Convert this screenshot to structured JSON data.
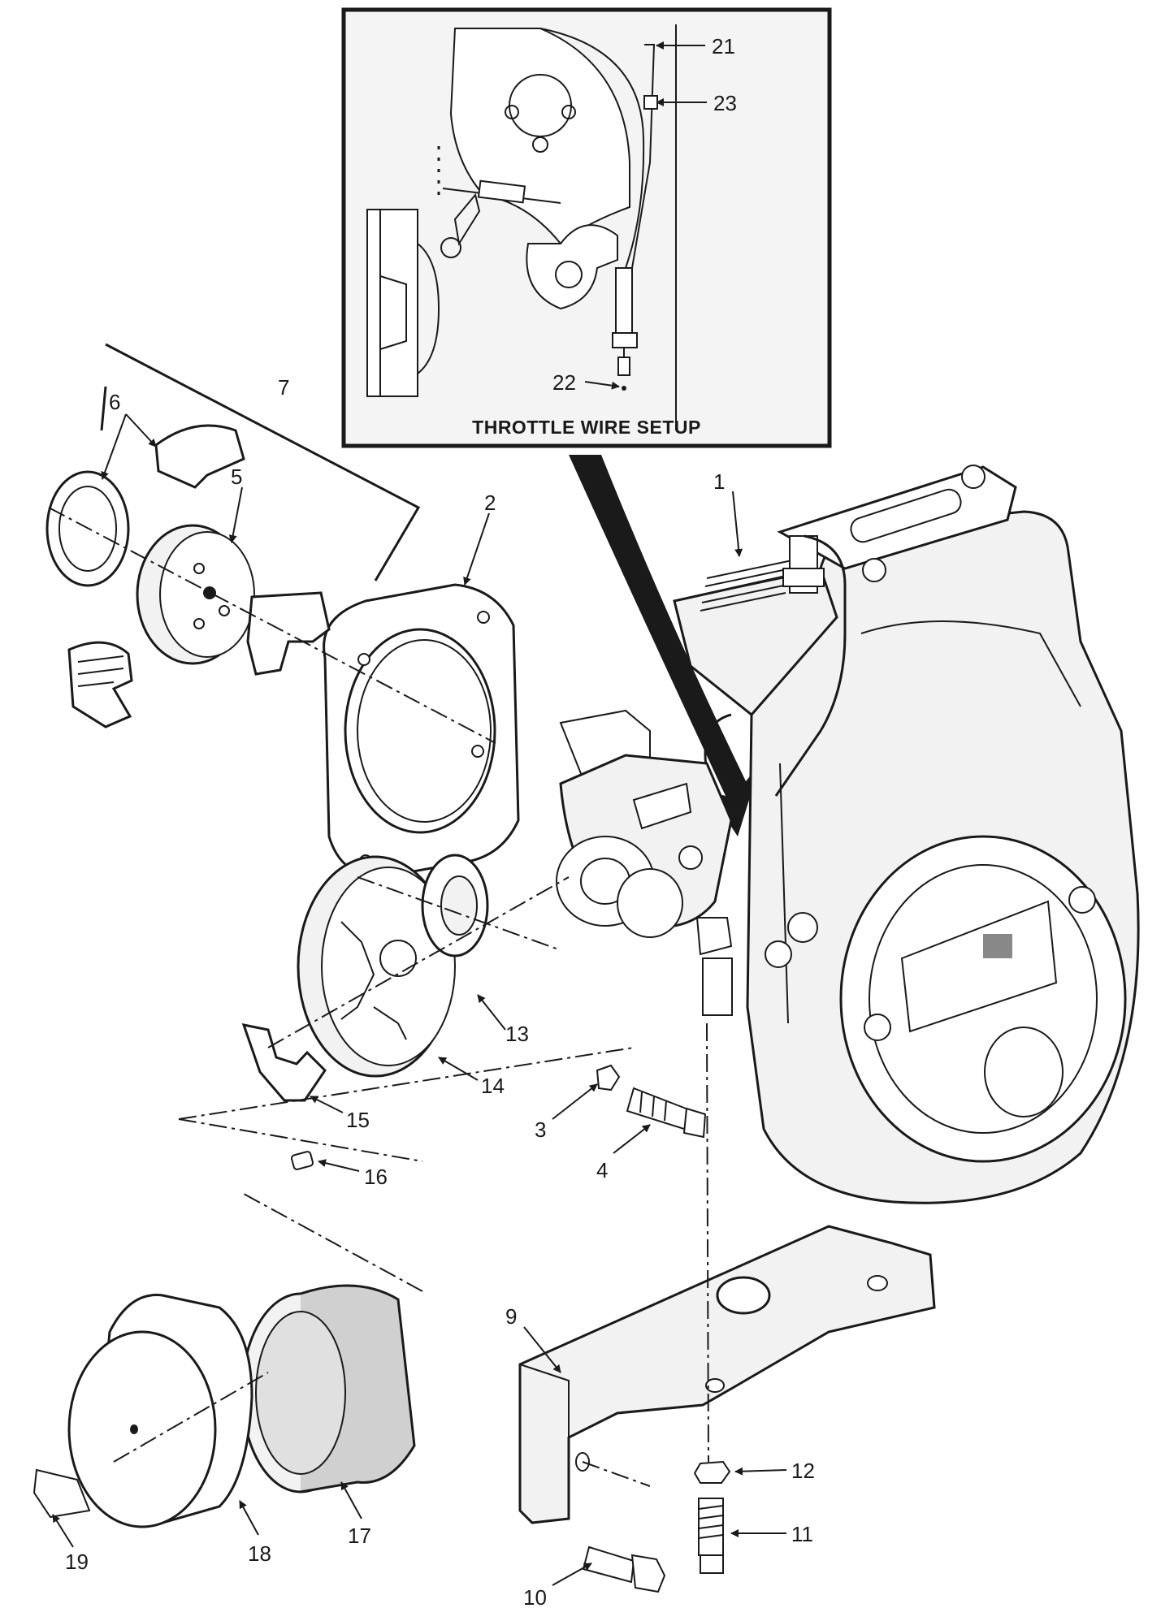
{
  "inset": {
    "title": "THROTTLE WIRE SETUP",
    "callouts": {
      "c21": "21",
      "c23": "23",
      "c22": "22"
    }
  },
  "callouts": {
    "c1": "1",
    "c2": "2",
    "c3": "3",
    "c4": "4",
    "c5": "5",
    "c6": "6",
    "c7": "7",
    "c9": "9",
    "c10": "10",
    "c11": "11",
    "c12": "12",
    "c13": "13",
    "c14": "14",
    "c15": "15",
    "c16": "16",
    "c17": "17",
    "c18": "18",
    "c19": "19"
  },
  "colors": {
    "ink": "#1a1a1a",
    "paper": "#ffffff",
    "inset_bg": "#f4f4f4",
    "body_fill": "#f2f2f2"
  }
}
